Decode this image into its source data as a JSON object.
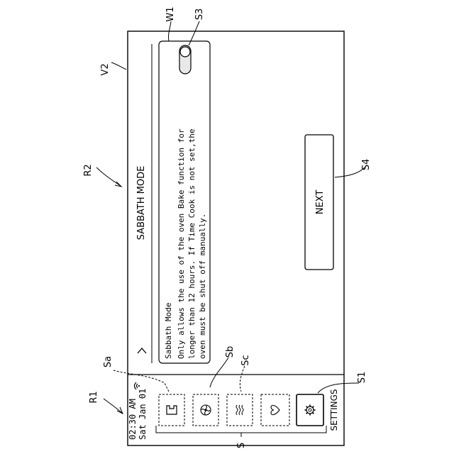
{
  "header": {
    "time": "02:30 AM",
    "date": "Sat Jan 01"
  },
  "settings_label": "SETTINGS",
  "screen": {
    "title": "SABBATH MODE",
    "card_title": "Sabbath Mode",
    "card_lines": [
      "Only allows the use of the oven Bake function for",
      "longer than 12 hours. If Time Cook is not set,the",
      "oven must be shut off manually."
    ],
    "next_label": "NEXT",
    "toggle_state": "off"
  },
  "shortcut_icons": [
    "oven-icon",
    "convection-fan-icon",
    "steam-waves-icon",
    "heart-icon"
  ],
  "settings_icon": "gear-icon",
  "wifi_icon": "wifi-icon",
  "back_icon": "chevron-left-icon",
  "refs": {
    "r1": "R1",
    "r2": "R2",
    "v2": "V2",
    "w1": "W1",
    "s3": "S3",
    "s4": "S4",
    "s1": "S1",
    "sa": "Sa",
    "sb": "Sb",
    "sc": "Sc",
    "s": "S"
  }
}
